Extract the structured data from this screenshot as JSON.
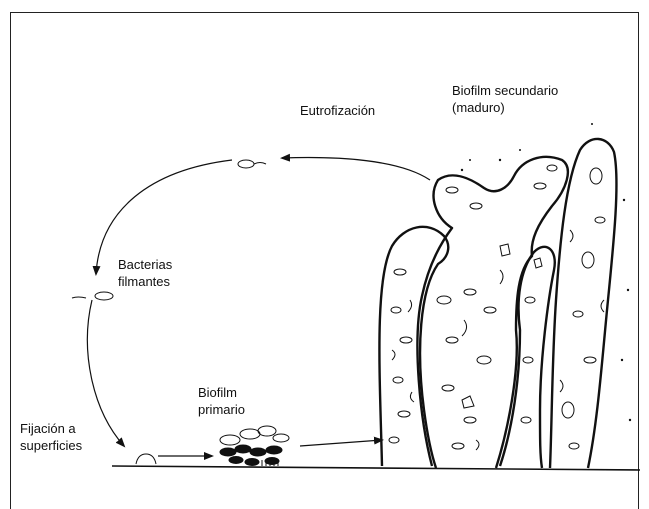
{
  "labels": {
    "eutrofizacion": "Eutrofización",
    "biofilm_secundario_1": "Biofilm secundario",
    "biofilm_secundario_2": "(maduro)",
    "bacterias_1": "Bacterias",
    "bacterias_2": "filmantes",
    "biofilm_primario_1": "Biofilm",
    "biofilm_primario_2": "primario",
    "fijacion_1": "Fijación a",
    "fijacion_2": "superficies"
  },
  "colors": {
    "ink": "#111111",
    "background": "#ffffff"
  }
}
